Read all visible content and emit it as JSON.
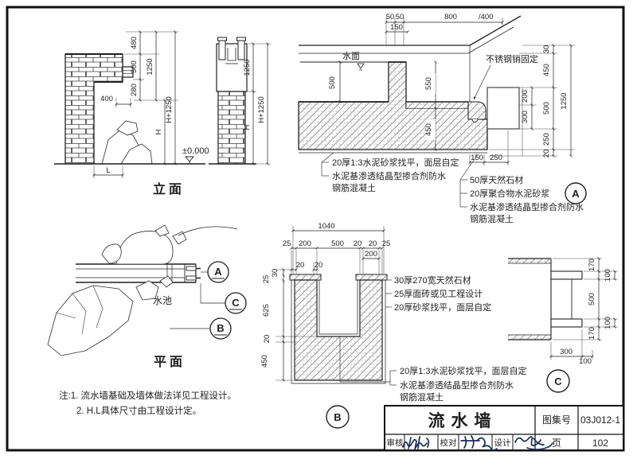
{
  "title_block": {
    "title": "流水墙",
    "atlas_label": "图集号",
    "atlas_value": "03J012-1",
    "page_label": "页",
    "page_value": "102",
    "audit_label": "审核",
    "proof_label": "校对",
    "design_label": "设计"
  },
  "footnotes": {
    "line1": "注:1. 流水墙基础及墙体做法详见工程设计。",
    "line2": "2. H.L具体尺寸由工程设计定。"
  },
  "elevation": {
    "caption": "立面",
    "level": "±0.000",
    "dims": {
      "d480": "480",
      "d500": "500",
      "d280": "280",
      "d1250": "1250",
      "dH": "H",
      "dH1250": "H+1250",
      "d400": "400",
      "dL": "L"
    }
  },
  "side_view": {
    "dims": {
      "d1250": "1250",
      "dH": "H",
      "dH1250": "H+1250"
    }
  },
  "section_a": {
    "bubble": "A",
    "water": "水面",
    "pin_note": "不锈钢销固定",
    "top": [
      "50",
      "50",
      "800",
      "150",
      "/400"
    ],
    "vert": [
      "500",
      "550",
      "450"
    ],
    "right": [
      "30",
      "450",
      "200",
      "300",
      "500",
      "250",
      "20",
      "1250"
    ],
    "bottom": [
      "150",
      "250"
    ],
    "notes_left": [
      "20厚1:3水泥砂浆找平，面层自定",
      "水泥基渗透结晶型掺合剂防水",
      "钢筋混凝土"
    ],
    "notes_right": [
      "50厚天然石材",
      "20厚聚合物水泥砂浆",
      "水泥基渗透结晶型掺合剂防水",
      "钢筋混凝土"
    ]
  },
  "plan": {
    "caption": "平面",
    "pool": "水池",
    "mark_a": "A",
    "mark_c": "C",
    "mark_b": "B"
  },
  "section_b": {
    "bubble": "B",
    "total": "1040",
    "row1": [
      "25",
      "200",
      "500",
      "20",
      "20",
      "25"
    ],
    "row2": "200",
    "row3": [
      "20",
      "20"
    ],
    "left": [
      "30",
      "25",
      "625",
      "20",
      "450"
    ],
    "notes_right": [
      "30厚270宽天然石材",
      "25厚面砖或见工程设计",
      "20厚砂浆找平，面层自定"
    ],
    "notes_bottom": [
      "20厚1:3水泥砂浆找平，面层自定",
      "水泥基渗透结晶型掺合剂防水",
      "钢筋混凝土"
    ]
  },
  "detail_c": {
    "bubble": "C",
    "right": [
      "170",
      "100",
      "500",
      "100",
      "170"
    ],
    "bottom": [
      "300",
      "100"
    ]
  }
}
